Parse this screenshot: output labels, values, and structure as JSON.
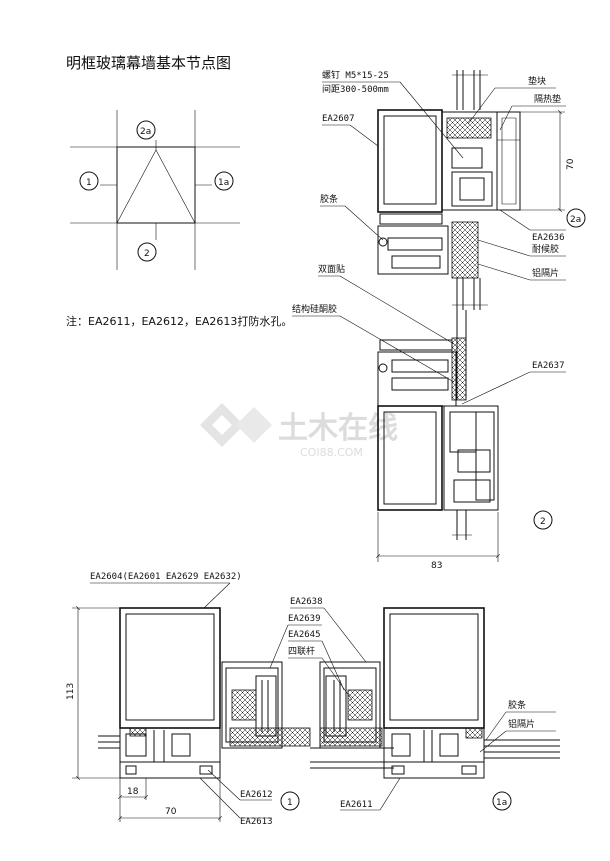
{
  "title": "明框玻璃幕墙基本节点图",
  "note": "注：EA2611，EA2612，EA2613打防水孔。",
  "key_plan": {
    "markers": [
      "2a",
      "1",
      "1a",
      "2"
    ]
  },
  "vertical_section": {
    "labels": {
      "screw": "螺钉  M5*15-25",
      "spacing": "间距300-500mm",
      "pad": "垫块",
      "thermal_pad": "隔热垫",
      "ea2607": "EA2607",
      "gasket": "胶条",
      "ea2636": "EA2636",
      "weather_sealant": "耐候胶",
      "al_spacer": "铝隔片",
      "double_tape": "双面贴",
      "structural_silicone": "结构硅酮胶",
      "ea2637": "EA2637"
    },
    "dims": {
      "height_70": "70",
      "width_83": "83"
    },
    "markers": {
      "top": "2a",
      "bottom": "2"
    }
  },
  "horizontal_section": {
    "labels": {
      "ea2604": "EA2604(EA2601 EA2629 EA2632)",
      "ea2638": "EA2638",
      "ea2639": "EA2639",
      "ea2645": "EA2645",
      "linkage_rod": "四联杆",
      "gasket": "胶条",
      "al_spacer": "铝隔片",
      "ea2612": "EA2612",
      "ea2613": "EA2613",
      "ea2611": "EA2611"
    },
    "dims": {
      "height_113": "113",
      "width_18": "18",
      "width_70": "70"
    },
    "markers": {
      "left": "1",
      "right": "1a"
    }
  },
  "watermark": {
    "brand": "土木在线",
    "url": "COI88.COM"
  }
}
